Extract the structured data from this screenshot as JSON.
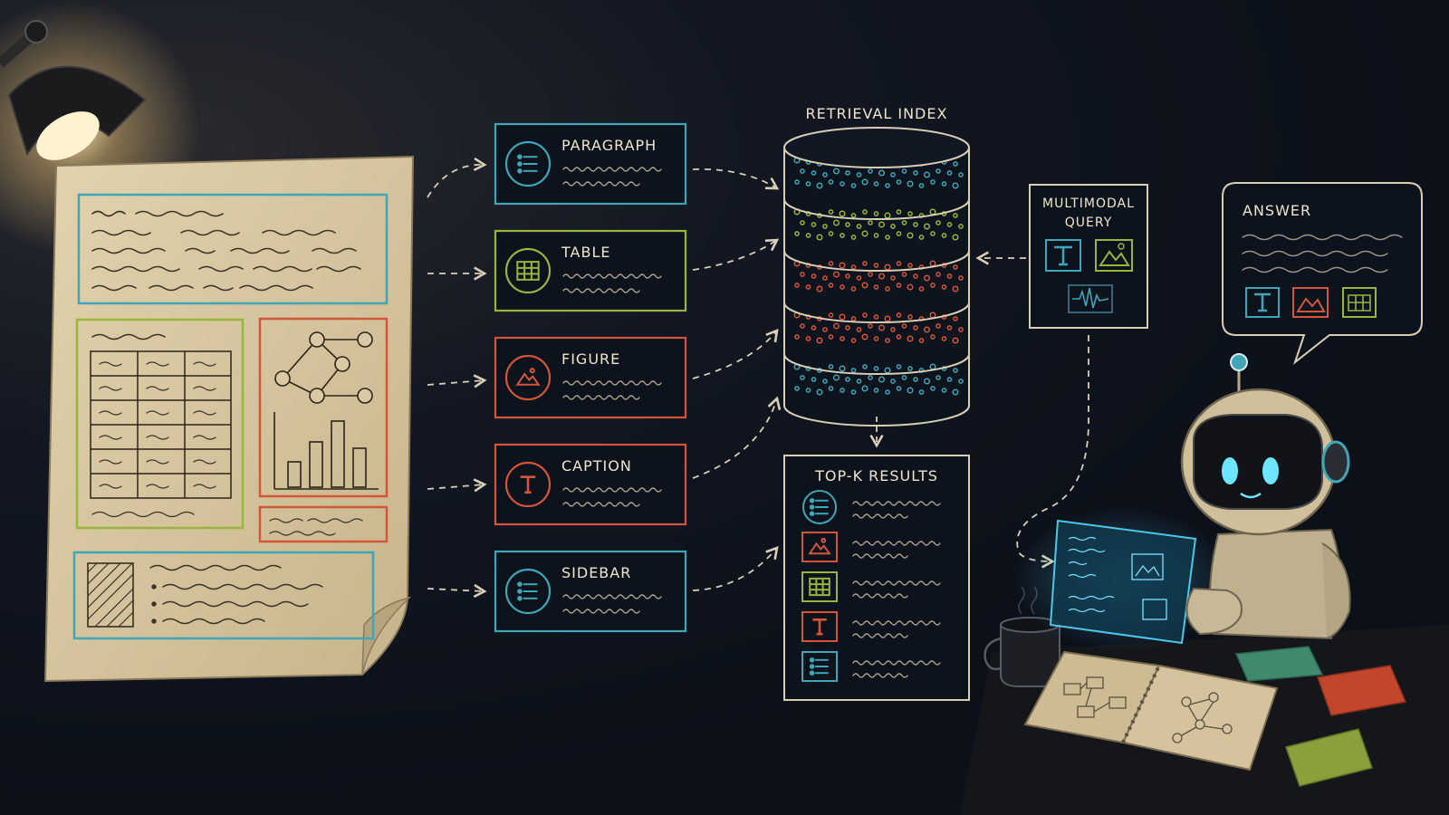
{
  "diagram": {
    "index_title": "RETRIEVAL INDEX",
    "element_cards": [
      {
        "label": "PARAGRAPH",
        "icon": "list-icon",
        "color": "#3fa6b8"
      },
      {
        "label": "TABLE",
        "icon": "table-icon",
        "color": "#98b53c"
      },
      {
        "label": "FIGURE",
        "icon": "mountain-image-icon",
        "color": "#d4563a"
      },
      {
        "label": "CAPTION",
        "icon": "text-t-icon",
        "color": "#d4563a"
      },
      {
        "label": "SIDEBAR",
        "icon": "list-icon",
        "color": "#3fa6b8"
      }
    ],
    "database_layer_colors": [
      "#3fa6b8",
      "#98b53c",
      "#d4563a",
      "#d4563a",
      "#3fa6b8"
    ],
    "query": {
      "title_line1": "MULTIMODAL",
      "title_line2": "QUERY",
      "icons": [
        "text-t-icon",
        "mountain-image-icon",
        "waveform-icon"
      ]
    },
    "answer": {
      "title": "ANSWER",
      "icons": [
        "text-t-icon",
        "mountain-image-icon",
        "table-icon"
      ]
    },
    "results": {
      "title": "TOP-K RESULTS",
      "icons": [
        "list-icon",
        "mountain-image-icon",
        "table-icon",
        "text-t-icon",
        "list-icon"
      ],
      "colors": [
        "#3fa6b8",
        "#d4563a",
        "#98b53c",
        "#d4563a",
        "#3fa6b8"
      ]
    },
    "colors": {
      "teal": "#3fa6b8",
      "green": "#98b53c",
      "red": "#d4563a",
      "paper": "#d9c9a4",
      "ink": "#2b2418",
      "chalk": "#efe5cc"
    }
  }
}
